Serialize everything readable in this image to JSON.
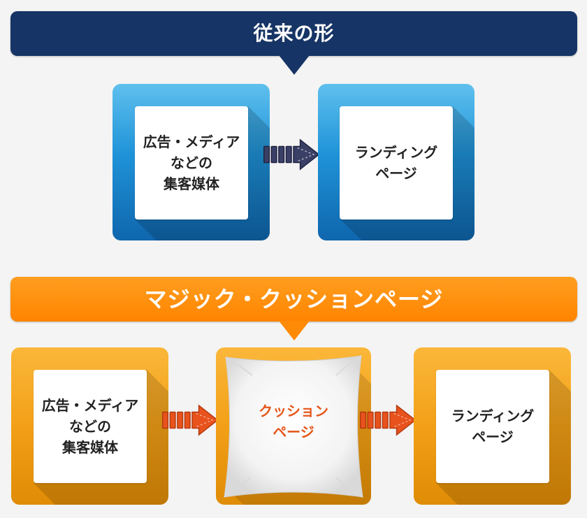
{
  "traditional": {
    "title": "従来の形",
    "source_box": "広告・メディア\nなどの\n集客媒体",
    "destination_box": "ランディング\nページ"
  },
  "magic": {
    "title": "マジック・クッションページ",
    "source_box": "広告・メディア\nなどの\n集客媒体",
    "cushion_box": "クッション\nページ",
    "destination_box": "ランディング\nページ"
  },
  "colors": {
    "navy": "#163465",
    "orange": "#ff8c0a",
    "arrow_dark": "#3a3f66",
    "arrow_red": "#e8521c"
  }
}
